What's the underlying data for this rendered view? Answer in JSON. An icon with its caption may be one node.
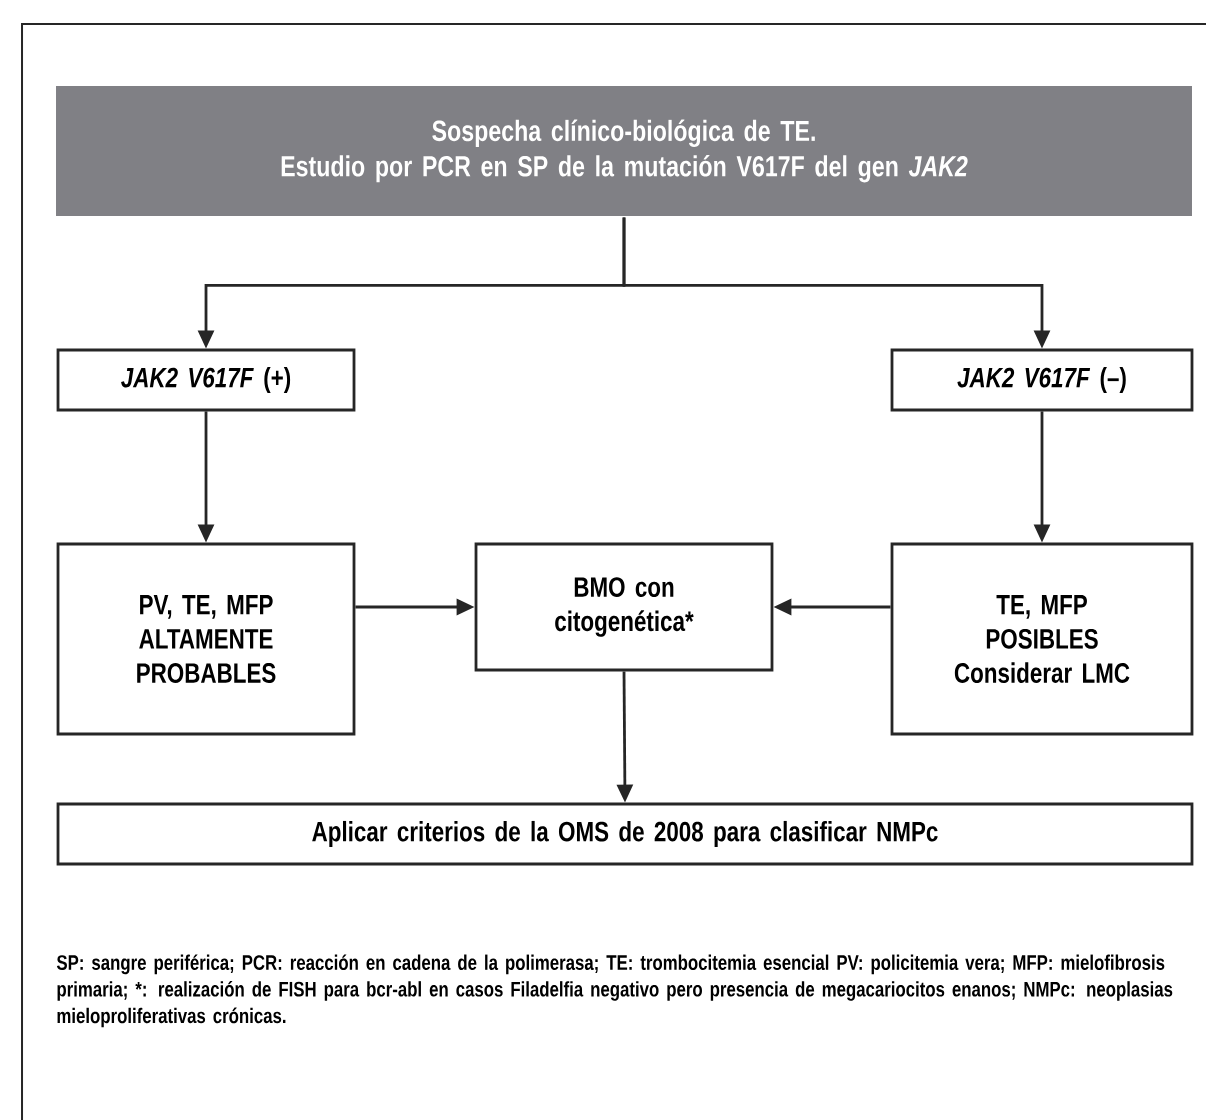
{
  "diagram": {
    "nodes": [
      {
        "text": [
          "Sospecha clínico-biológica de TE.",
          "Estudio por PCR en SP de la mutación V617F del gen *JAK2*"
        ]
      },
      {
        "text": [
          "*JAK2 V617F* (+)"
        ]
      },
      {
        "text": [
          "*JAK2 V617F* (–)"
        ]
      },
      {
        "text": [
          "PV, TE, MFP ALTAMENTE PROBABLES"
        ]
      },
      {
        "text": [
          "BMO con citogenética*"
        ]
      },
      {
        "text": [
          "TE, MFP POSIBLES Considerar LMC"
        ]
      },
      {
        "text": [
          "Aplicar criterios de la OMS de 2008 para clasificar NMPc"
        ]
      }
    ],
    "edges": [
      {
        "from": 0,
        "to": 1,
        "arrow": "to"
      },
      {
        "from": 0,
        "to": 2,
        "arrow": "to"
      },
      {
        "from": 1,
        "to": 3,
        "arrow": "to"
      },
      {
        "from": 2,
        "to": 5,
        "arrow": "to"
      },
      {
        "from": 3,
        "to": 4,
        "arrow": "to"
      },
      {
        "from": 5,
        "to": 4,
        "arrow": "to"
      },
      {
        "from": 4,
        "to": 6,
        "arrow": "to"
      }
    ],
    "labels": [
      "SP: sangre periférica; PCR: reacción en cadena de la polimerasa; TE: trombocitemia esencial PV: policitemia vera; MFP: mielofibrosis primaria; *: realización de FISH para bcr-abl en casos Filadelfia negativo pero presencia de megacariocitos enanos; NMPc: neoplasias mieloproliferativas crónicas."
    ]
  }
}
